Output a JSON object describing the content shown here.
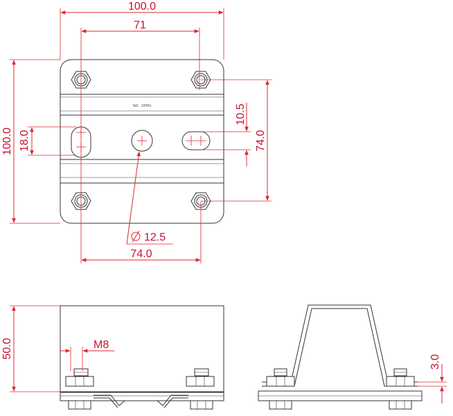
{
  "top_view": {
    "width_overall": "100.0",
    "hole_spacing_top": "71",
    "height_overall": "100.0",
    "slot_height": "18.0",
    "slot_offset": "10.5",
    "hole_spacing_vertical": "74.0",
    "center_hole_diameter": "12.5",
    "hole_spacing_bottom": "74.0",
    "engraving": "SWL 100KG"
  },
  "front_view": {
    "height": "50.0",
    "thread": "M8"
  },
  "side_view": {
    "thickness": "3.0"
  },
  "colors": {
    "dimension": "#e0242f",
    "outline": "#333333"
  }
}
